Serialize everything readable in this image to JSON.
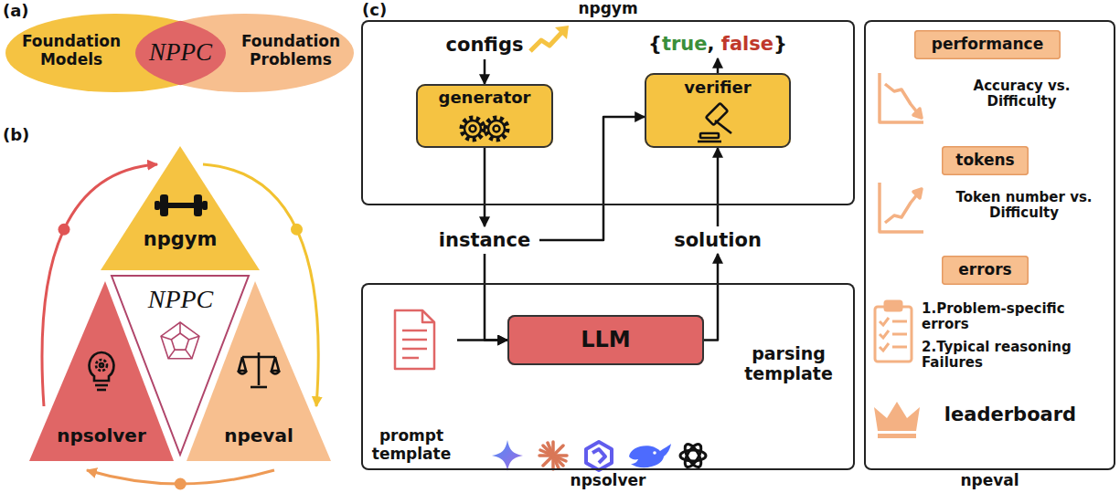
{
  "diagram": {
    "nodes": [
      {
        "text": [
          "Foundation Models"
        ]
      },
      {
        "text": [
          "Foundation Problems"
        ]
      },
      {
        "text": [
          "NPPC"
        ]
      },
      {
        "text": [
          "npgym"
        ]
      },
      {
        "text": [
          "npsolver"
        ]
      },
      {
        "text": [
          "npeval"
        ]
      },
      {
        "text": [
          "NPPC"
        ]
      },
      {
        "text": [
          "npgym"
        ]
      },
      {
        "text": [
          "configs"
        ],
        "in": 7
      },
      {
        "text": [
          "generator"
        ],
        "in": 7
      },
      {
        "text": [
          "verifier"
        ],
        "in": 7
      },
      {
        "text": [
          "{true, false}"
        ],
        "in": 7
      },
      {
        "text": [
          "instance"
        ]
      },
      {
        "text": [
          "solution"
        ]
      },
      {
        "text": [
          "npsolver"
        ]
      },
      {
        "text": [
          "prompt template"
        ],
        "in": 14
      },
      {
        "text": [
          "LLM"
        ],
        "in": 14
      },
      {
        "text": [
          "parsing template"
        ],
        "in": 14
      },
      {
        "text": [
          "npeval"
        ]
      },
      {
        "text": [
          "performance"
        ],
        "in": 18
      },
      {
        "text": [
          "tokens"
        ],
        "in": 18
      },
      {
        "text": [
          "errors"
        ],
        "in": 18
      }
    ],
    "edges": [
      {
        "from": 8,
        "to": 9,
        "arrow": "to"
      },
      {
        "from": 9,
        "to": 12,
        "arrow": "to"
      },
      {
        "from": 12,
        "to": 10,
        "arrow": "to"
      },
      {
        "from": 13,
        "to": 10,
        "arrow": "to"
      },
      {
        "from": 10,
        "to": 11,
        "arrow": "to"
      },
      {
        "from": 12,
        "to": 16,
        "arrow": "to"
      },
      {
        "from": 15,
        "to": 16,
        "arrow": "to"
      },
      {
        "from": 16,
        "to": 13,
        "arrow": "to"
      },
      {
        "from": 4,
        "to": 3,
        "arrow": "to"
      },
      {
        "from": 3,
        "to": 5,
        "arrow": "to"
      },
      {
        "from": 5,
        "to": 4,
        "arrow": "to"
      }
    ],
    "labels": [
      "(a)",
      "(b)",
      "(c)",
      "Accuracy vs. Difficulty",
      "Token number vs. Difficulty",
      "1.Problem-specific errors",
      "2.Typical reasoning Failures",
      "leaderboard"
    ]
  }
}
